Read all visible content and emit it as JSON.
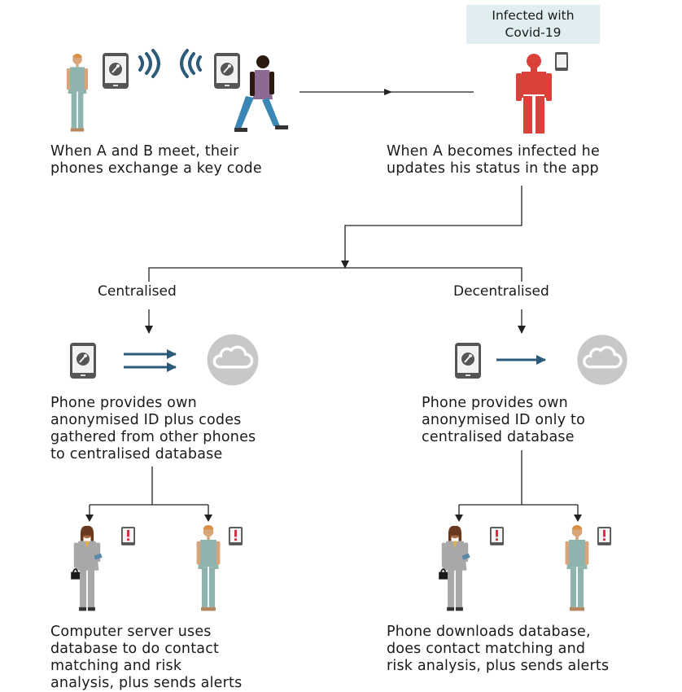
{
  "badge": {
    "line1": "Infected with",
    "line2": "Covid-19"
  },
  "step1": {
    "line1": "When A and B meet, their",
    "line2": "phones exchange a key code"
  },
  "step2": {
    "line1": "When A becomes infected he",
    "line2": "updates his status in the app"
  },
  "branches": {
    "left": "Centralised",
    "right": "Decentralised"
  },
  "central_desc": [
    "Phone provides own",
    "anonymised ID plus codes",
    "gathered from other phones",
    "to centralised database"
  ],
  "decentral_desc": [
    "Phone provides own",
    "anonymised ID only to",
    "centralised database"
  ],
  "central_result": [
    "Computer server uses",
    "database to do contact",
    "matching and risk",
    "analysis, plus sends alerts"
  ],
  "decentral_result": [
    "Phone downloads database,",
    "does contact matching and",
    "risk analysis, plus sends alerts"
  ],
  "colors": {
    "infected": "#d9413a",
    "arrow_blue": "#2b5a7a",
    "cloud": "#c8c8c8",
    "person_teal": "#8fb3ae",
    "alert": "#d7263d"
  }
}
